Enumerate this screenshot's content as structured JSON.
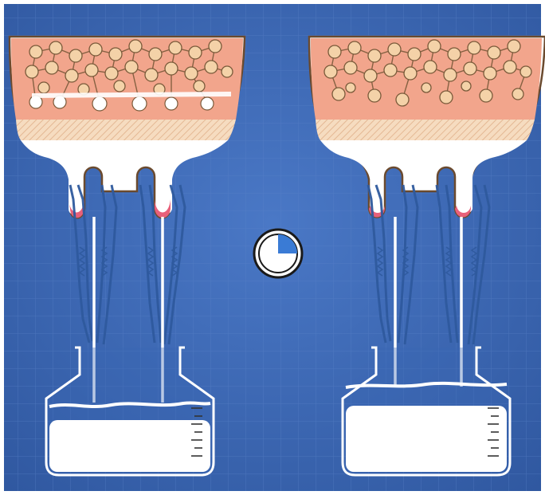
{
  "scene": {
    "colors": {
      "background": "#3f6ab8",
      "background_edge": "#2f579f",
      "grid_line": "#5a82c8",
      "tissue_fill": "#f2a58c",
      "tissue_outline": "#6b4a2e",
      "cell_fill": "#f4d2a8",
      "milk": "#ffffff",
      "duct_blue": "#2f5a9e",
      "nipple_red": "#e8607a",
      "jar_glass": "#ffffff",
      "timer_blue": "#3a7bd5"
    },
    "left_panel": {
      "name": "left-milk-flow",
      "jar_fill_fraction": 0.38
    },
    "right_panel": {
      "name": "right-milk-flow",
      "jar_fill_fraction": 0.48
    },
    "timer": {
      "elapsed_fraction": 0.25
    }
  }
}
